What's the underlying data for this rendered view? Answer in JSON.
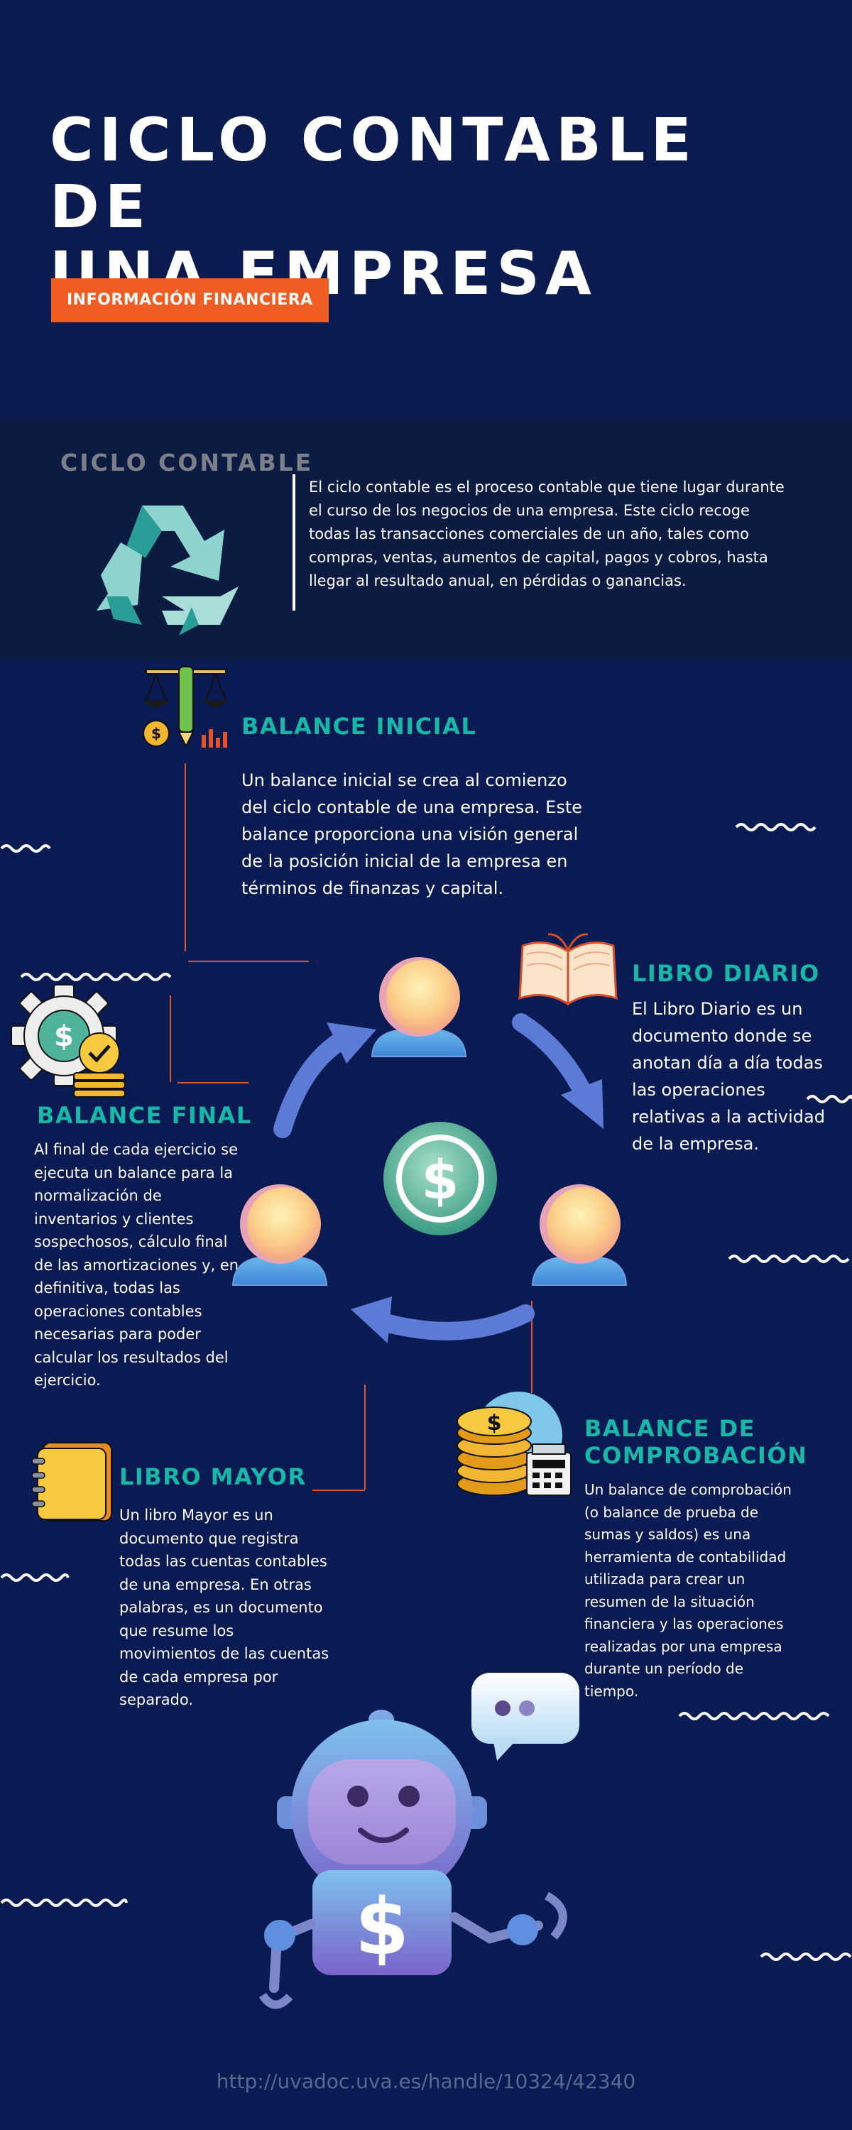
{
  "header": {
    "title_line1": "CICLO CONTABLE DE",
    "title_line2": "UNA EMPRESA",
    "tag": "INFORMACIÓN FINANCIERA"
  },
  "ciclo": {
    "title": "CICLO CONTABLE",
    "text": "El ciclo contable es el proceso contable que tiene lugar durante el curso de los negocios de una empresa. Este ciclo recoge todas las transacciones comerciales de un año, tales como compras, ventas, aumentos de capital, pagos y cobros, hasta llegar al resultado anual, en pérdidas o ganancias."
  },
  "sections": {
    "balance_inicial": {
      "title": "BALANCE INICIAL",
      "text": "Un balance inicial se crea al comienzo del ciclo contable de una empresa. Este balance proporciona una visión general de la posición inicial de la empresa en términos de finanzas y capital."
    },
    "libro_diario": {
      "title": "LIBRO DIARIO",
      "text": "El Libro Diario es un documento donde se anotan día a día todas las operaciones relativas a la actividad de la empresa."
    },
    "balance_final": {
      "title": "BALANCE FINAL",
      "text": "Al final de cada ejercicio se ejecuta un balance para la normalización de inventarios y clientes sospechosos, cálculo final de las amortizaciones y, en definitiva, todas las operaciones contables necesarias para poder calcular los resultados del ejercicio."
    },
    "balance_comprobacion": {
      "title_line1": "BALANCE DE",
      "title_line2": "COMPROBACIÓN",
      "text": "Un balance de comprobación (o balance de prueba de sumas y saldos) es una herramienta de contabilidad utilizada para crear un resumen de la situación financiera y las operaciones realizadas por una empresa durante un período de tiempo."
    },
    "libro_mayor": {
      "title": "LIBRO MAYOR",
      "text": "Un libro Mayor es un documento que registra todas las cuentas contables de una empresa. En otras palabras, es un documento que resume los movimientos de las cuentas de cada empresa por separado."
    }
  },
  "footer": {
    "url": "http://uvadoc.uva.es/handle/10324/42340"
  },
  "icons": [
    "recycle-icon",
    "scales-icon",
    "book-icon",
    "gear-dollar-icon",
    "coins-icon",
    "notebook-icon",
    "dollar-coin-icon",
    "person-icon",
    "robot-icon",
    "chat-bubble-icon"
  ],
  "colors": {
    "background": "#0a1a52",
    "accent_orange": "#ef5d22",
    "accent_teal": "#19b7a8",
    "line_orange": "#e0562a"
  }
}
